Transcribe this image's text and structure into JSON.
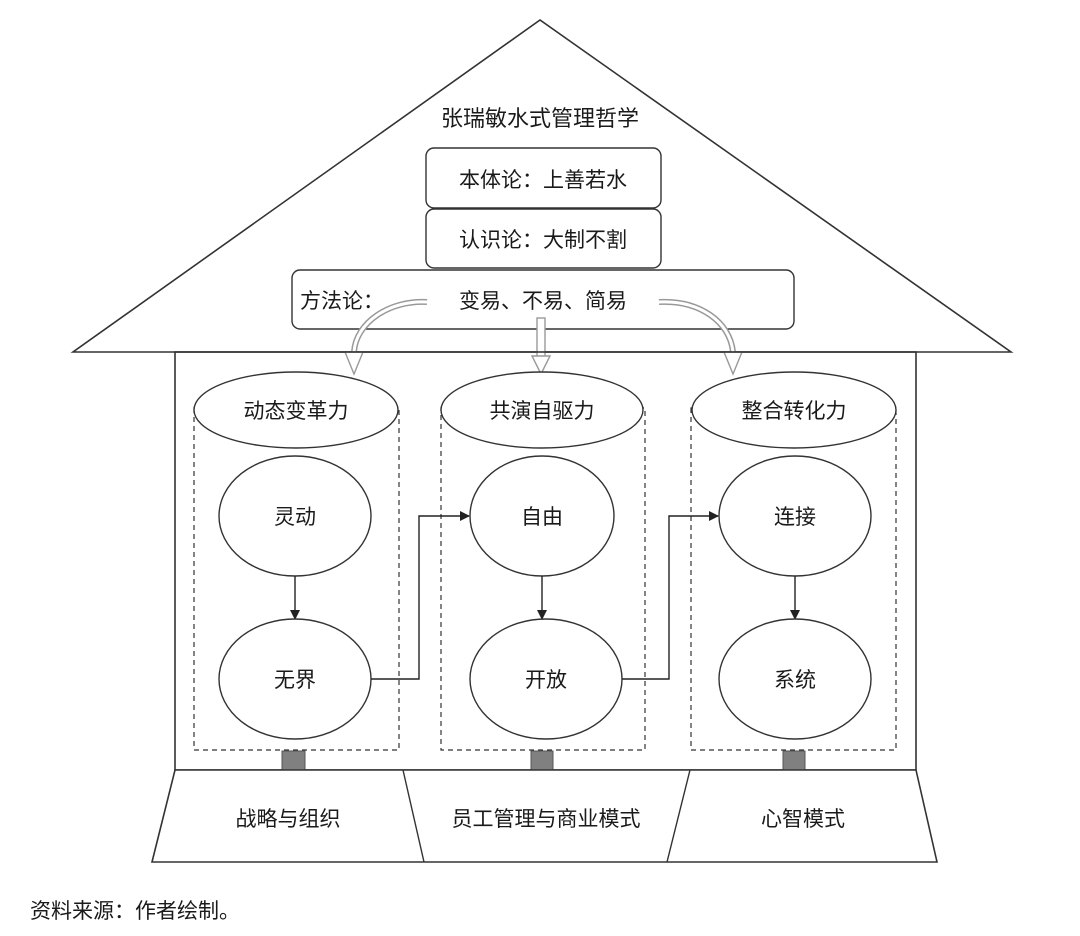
{
  "roof": {
    "title": "张瑞敏水式管理哲学",
    "ontology": "本体论：上善若水",
    "epistemology": "认识论：大制不割",
    "methodology_label": "方法论：",
    "methodology_value": "变易、不易、简易"
  },
  "pillars": [
    {
      "header": "动态变革力",
      "top": "灵动",
      "bottom": "无界"
    },
    {
      "header": "共演自驱力",
      "top": "自由",
      "bottom": "开放"
    },
    {
      "header": "整合转化力",
      "top": "连接",
      "bottom": "系统"
    }
  ],
  "base": [
    "战略与组织",
    "员工管理与商业模式",
    "心智模式"
  ],
  "source_note": "资料来源：作者绘制。",
  "colors": {
    "stroke": "#333333",
    "arrow_fill": "#ffffff",
    "arrow_stroke": "#999999",
    "post": "#808080"
  }
}
